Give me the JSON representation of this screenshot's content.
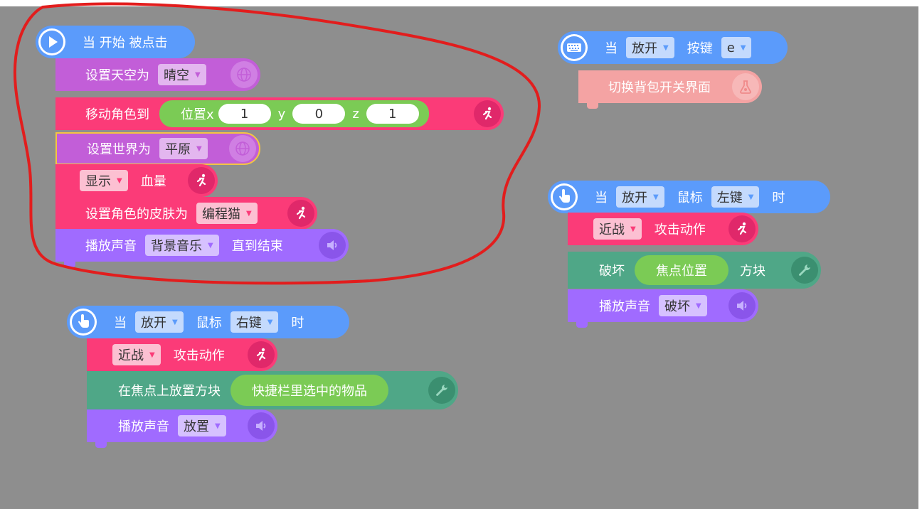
{
  "colors": {
    "workspace": "#8e8e8e",
    "event": "#5b9bfb",
    "looks": "#c25ed8",
    "motion": "#fb3b78",
    "sound": "#a06bff",
    "operator": "#7bcb55",
    "block": "#4fa787",
    "disabled": "#f4a3a3",
    "annotation": "#e21d1d"
  },
  "stack1": {
    "hat": {
      "text": "当 开始 被点击",
      "icon": "play-icon"
    },
    "sky": {
      "label": "设置天空为",
      "value": "晴空",
      "icon": "globe-icon"
    },
    "move": {
      "label": "移动角色到",
      "pos": "位置x",
      "x": "1",
      "y_label": "y",
      "y": "0",
      "z_label": "z",
      "z": "1",
      "icon": "runner-icon"
    },
    "world": {
      "label": "设置世界为",
      "value": "平原",
      "icon": "globe-icon"
    },
    "health": {
      "value": "显示",
      "label": "血量",
      "icon": "runner-icon"
    },
    "skin": {
      "label": "设置角色的皮肤为",
      "value": "编程猫",
      "icon": "runner-icon"
    },
    "music": {
      "label": "播放声音",
      "value": "背景音乐",
      "tail": "直到结束",
      "icon": "speaker-icon"
    }
  },
  "stack2": {
    "hat": {
      "when": "当",
      "action": "放开",
      "label": "按键",
      "key": "e",
      "icon": "keyboard-icon"
    },
    "toggle": {
      "label": "切换背包开关界面",
      "icon": "flask-icon"
    }
  },
  "stack3": {
    "hat": {
      "when": "当",
      "action": "放开",
      "label": "鼠标",
      "button": "左键",
      "tail": "时",
      "icon": "pointer-hand-icon"
    },
    "attack": {
      "value": "近战",
      "label": "攻击动作",
      "icon": "runner-icon"
    },
    "destroy": {
      "label": "破坏",
      "target": "焦点位置",
      "tail": "方块",
      "icon": "wrench-icon"
    },
    "sound": {
      "label": "播放声音",
      "value": "破坏",
      "icon": "speaker-icon"
    }
  },
  "stack4": {
    "hat": {
      "when": "当",
      "action": "放开",
      "label": "鼠标",
      "button": "右键",
      "tail": "时",
      "icon": "pointer-hand-icon"
    },
    "attack": {
      "value": "近战",
      "label": "攻击动作",
      "icon": "runner-icon"
    },
    "place": {
      "label": "在焦点上放置方块",
      "target": "快捷栏里选中的物品",
      "icon": "wrench-icon"
    },
    "sound": {
      "label": "播放声音",
      "value": "放置",
      "icon": "speaker-icon"
    }
  }
}
